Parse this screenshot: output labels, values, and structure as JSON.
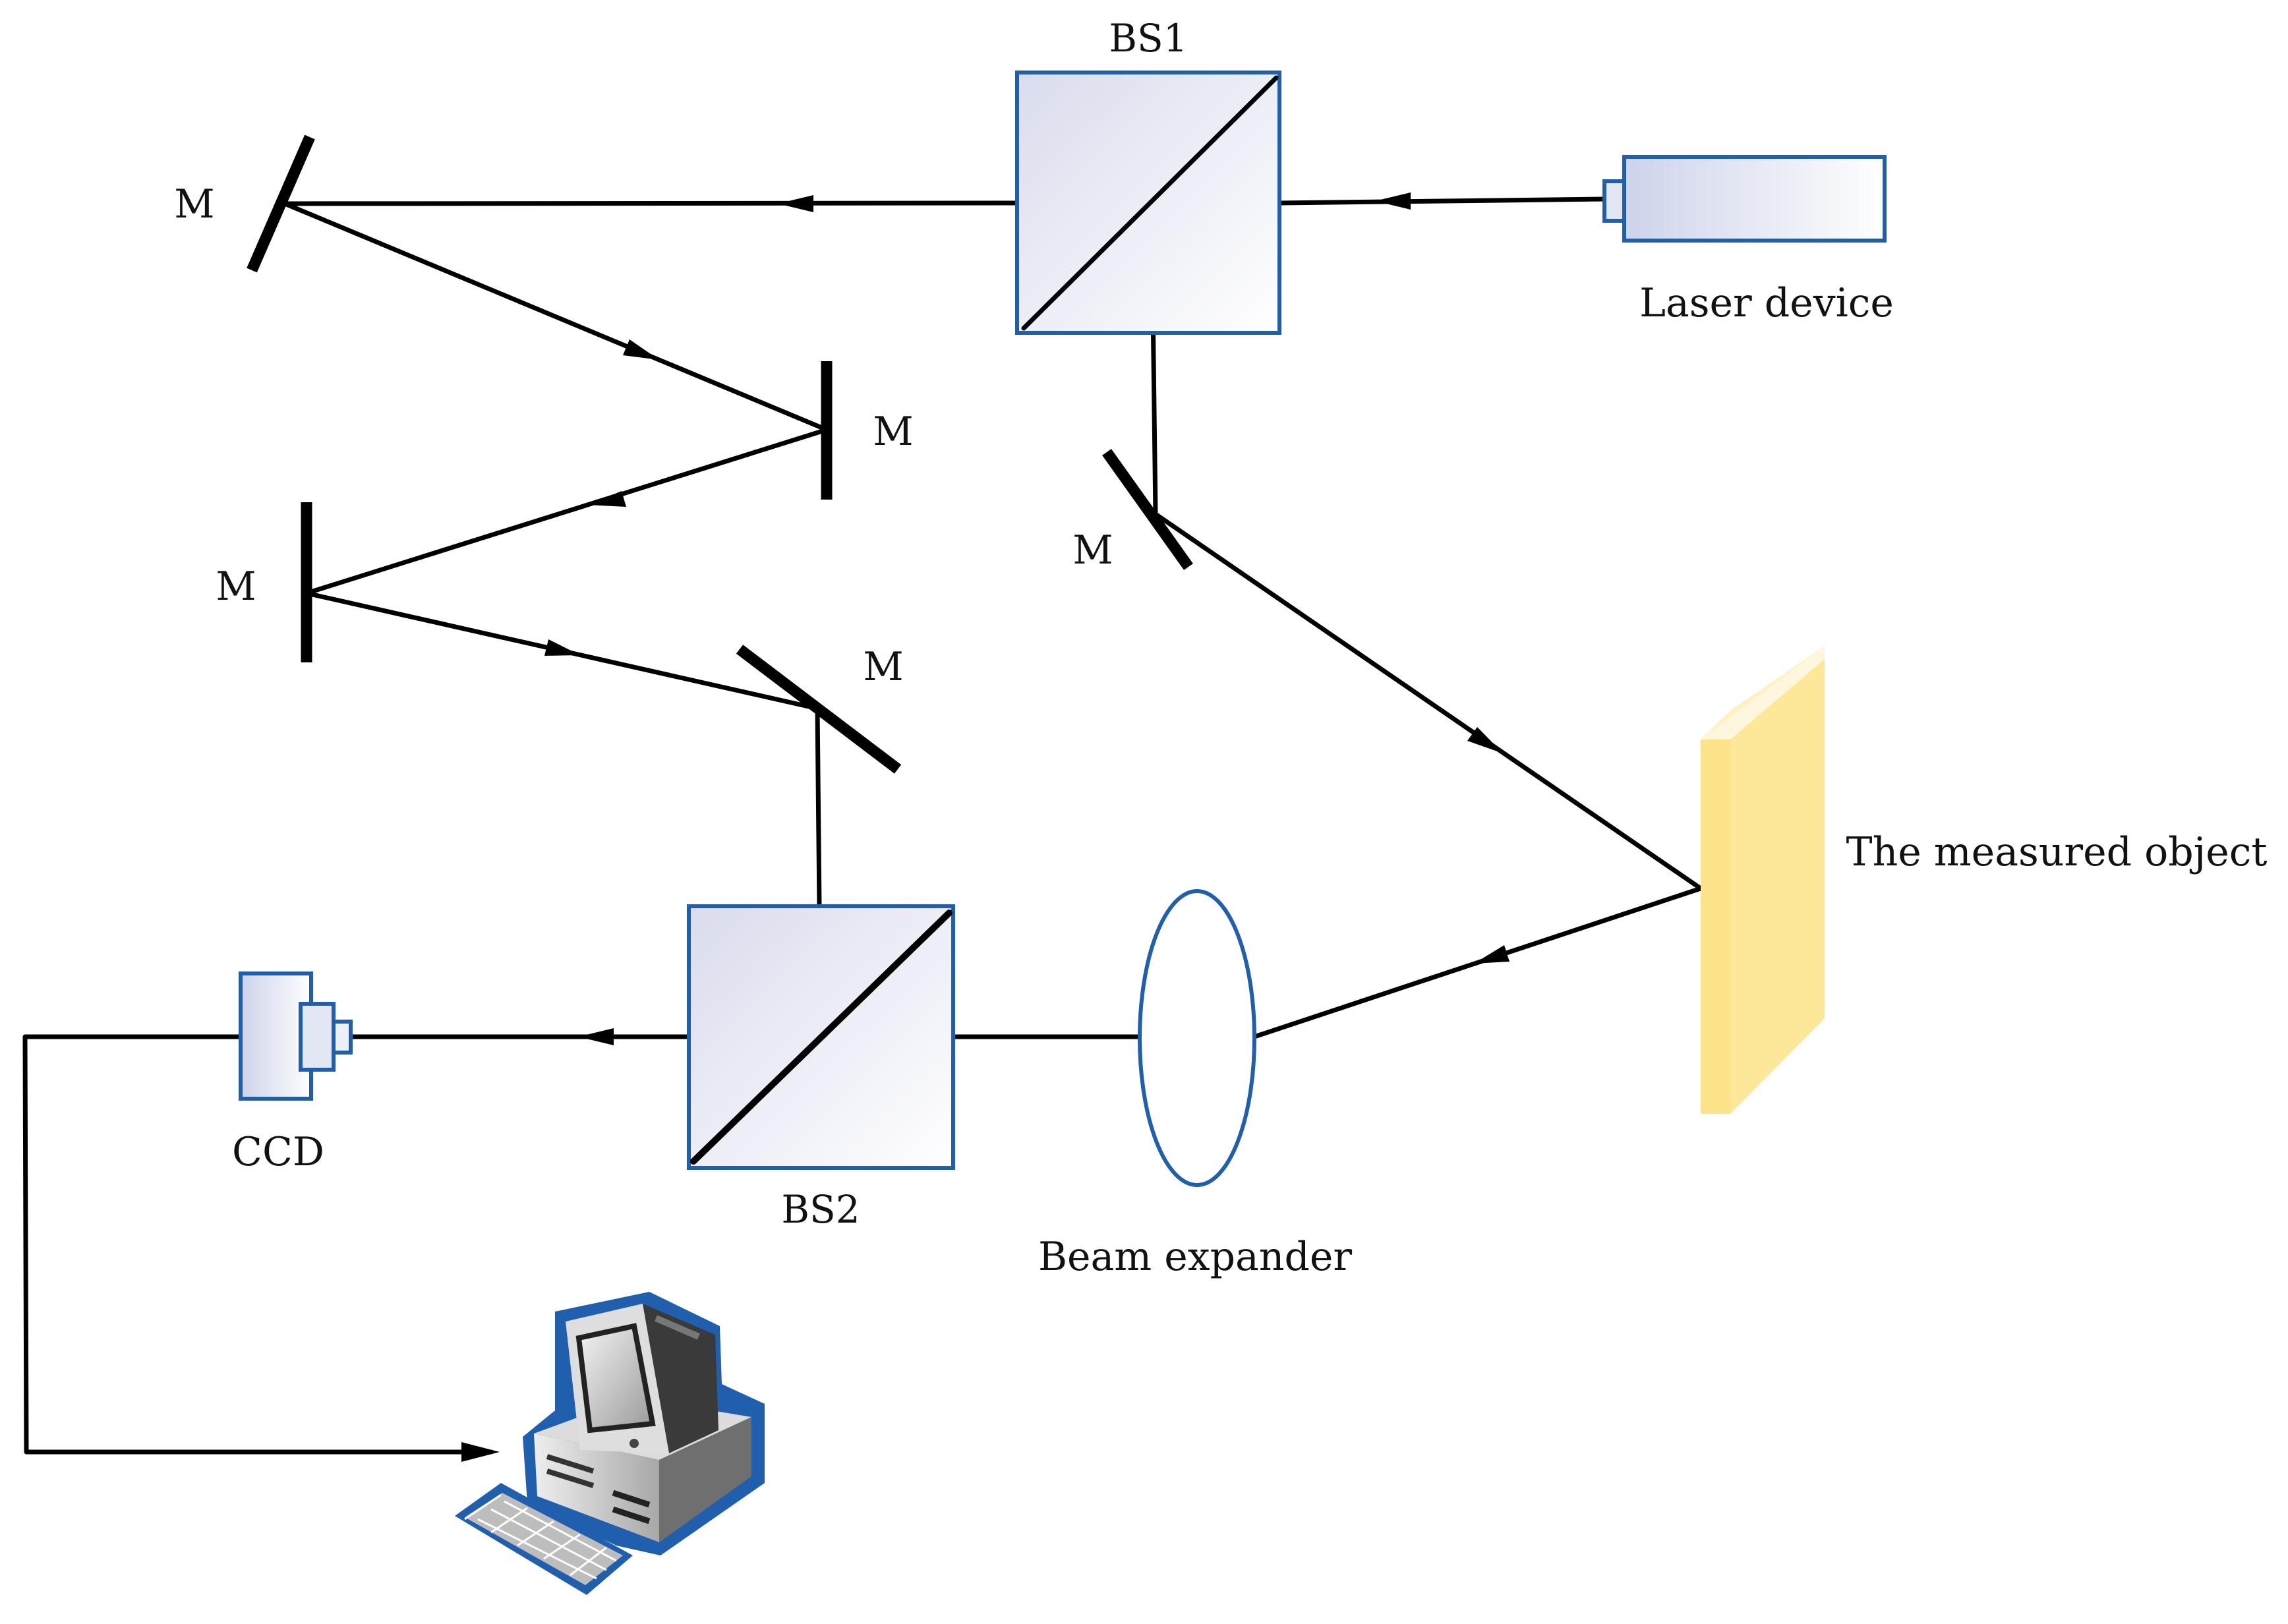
{
  "labels": {
    "bs1": "BS1",
    "bs2": "BS2",
    "laser": "Laser device",
    "ccd": "CCD",
    "beam_expander": "Beam expander",
    "object": "The measured object",
    "mirror_top_left": "M",
    "mirror_mid_right": "M",
    "mirror_mid_left": "M",
    "mirror_lower": "M",
    "mirror_right": "M"
  },
  "colors": {
    "component_outline": "#1f5fae",
    "object_front": "#fde68a",
    "object_side": "#fff4cc",
    "beam": "#000000"
  },
  "icons": {
    "computer": "computer-icon",
    "keyboard": "keyboard-icon"
  }
}
